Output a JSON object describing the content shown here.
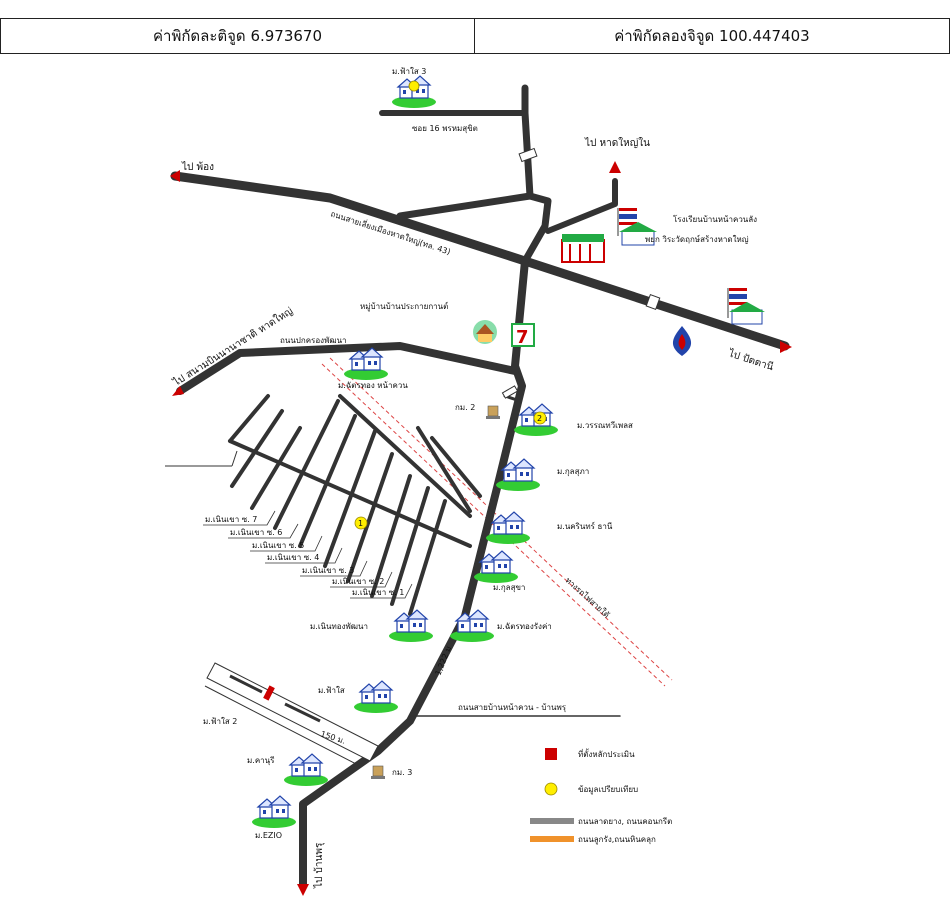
{
  "header": {
    "latitude": "ค่าพิกัดละติจูด 6.973670",
    "longitude": "ค่าพิกัดลองจิจูด 100.447403"
  },
  "map": {
    "destinations": {
      "pattong": "ไป พ้อง",
      "hatyai_nai": "ไป หาดใหญ่ใน",
      "pattani": "ไป ปัตตานี",
      "airport": "ไป สนามบินนานาชาติ หาดใหญ่",
      "bankhao": "ไป บ้านพรุ"
    },
    "roads": {
      "soi16": "ซอย 16 พรหมสุขิต",
      "bypass": "ถนนสายเลี่ยงเมืองหาดใหญ่(ทล. 43)",
      "patkrong": "ถนนปกครองพัฒนา",
      "rail": "ทางรถไฟสายใต้",
      "ban_na": "ถนนสายบ้านหน้าควน - บ้านพรุ",
      "road_num": "1,222 ม",
      "road_dist": "150 ม."
    },
    "places": {
      "school": "โรงเรียนบ้านหน้าควนลัง",
      "temple_school": "พยก วิระวัดฤกษ์สร้างหาดใหญ่",
      "village": "หมู่บ้านบ้านประกายกานต์",
      "km2": "กม. 2",
      "km3": "กม. 3"
    },
    "villages": {
      "fahsai3": "ม.ฟ้าใส 3",
      "chatmongkol": "ม.ฉัตรทอง หน้าควน",
      "warunya": "ม.วรรณทวีเพลส",
      "kulsub": "ม.กุลสุภา",
      "nakarin": "ม.นครินทร์ ธานี",
      "kulsuk": "ม.กุลสุขา",
      "nernthong": "ม.เนินทองพัฒนา",
      "chatrong": "ม.ฉัตรทองรังค่า",
      "fahsai": "ม.ฟ้าใส",
      "fahsai2": "ม.ฟ้าใส 2",
      "kanuri": "ม.คานุรี",
      "ezio": "ม.EZIO",
      "nern7": "ม.เนินเขา ซ. 7",
      "nern6": "ม.เนินเขา ซ. 6",
      "nern5": "ม.เนินเขา ซ. 5",
      "nern4": "ม.เนินเขา ซ. 4",
      "nern3": "ม.เนินเขา ซ. 3",
      "nern2": "ม.เนินเขา ซ. 2",
      "nern1": "ม.เนินเขา ซ. 1"
    },
    "markers": {
      "one": "1",
      "two": "2"
    },
    "legend": {
      "site": "ที่ตั้งหลักประเมิน",
      "compare": "ข้อมูลเปรียบเทียบ",
      "concrete": "ถนนลาดยาง, ถนนคอนกรีต",
      "lateritic": "ถนนลูกรัง,ถนนหินคลุก"
    },
    "colors": {
      "road": "#333333",
      "arrow": "#cc0000",
      "rail": "#dd4444",
      "site": "#cc0000",
      "compare": "#ffee00",
      "legend_grey": "#888888",
      "legend_orange": "#f0922b",
      "grass": "#33cc33"
    }
  }
}
